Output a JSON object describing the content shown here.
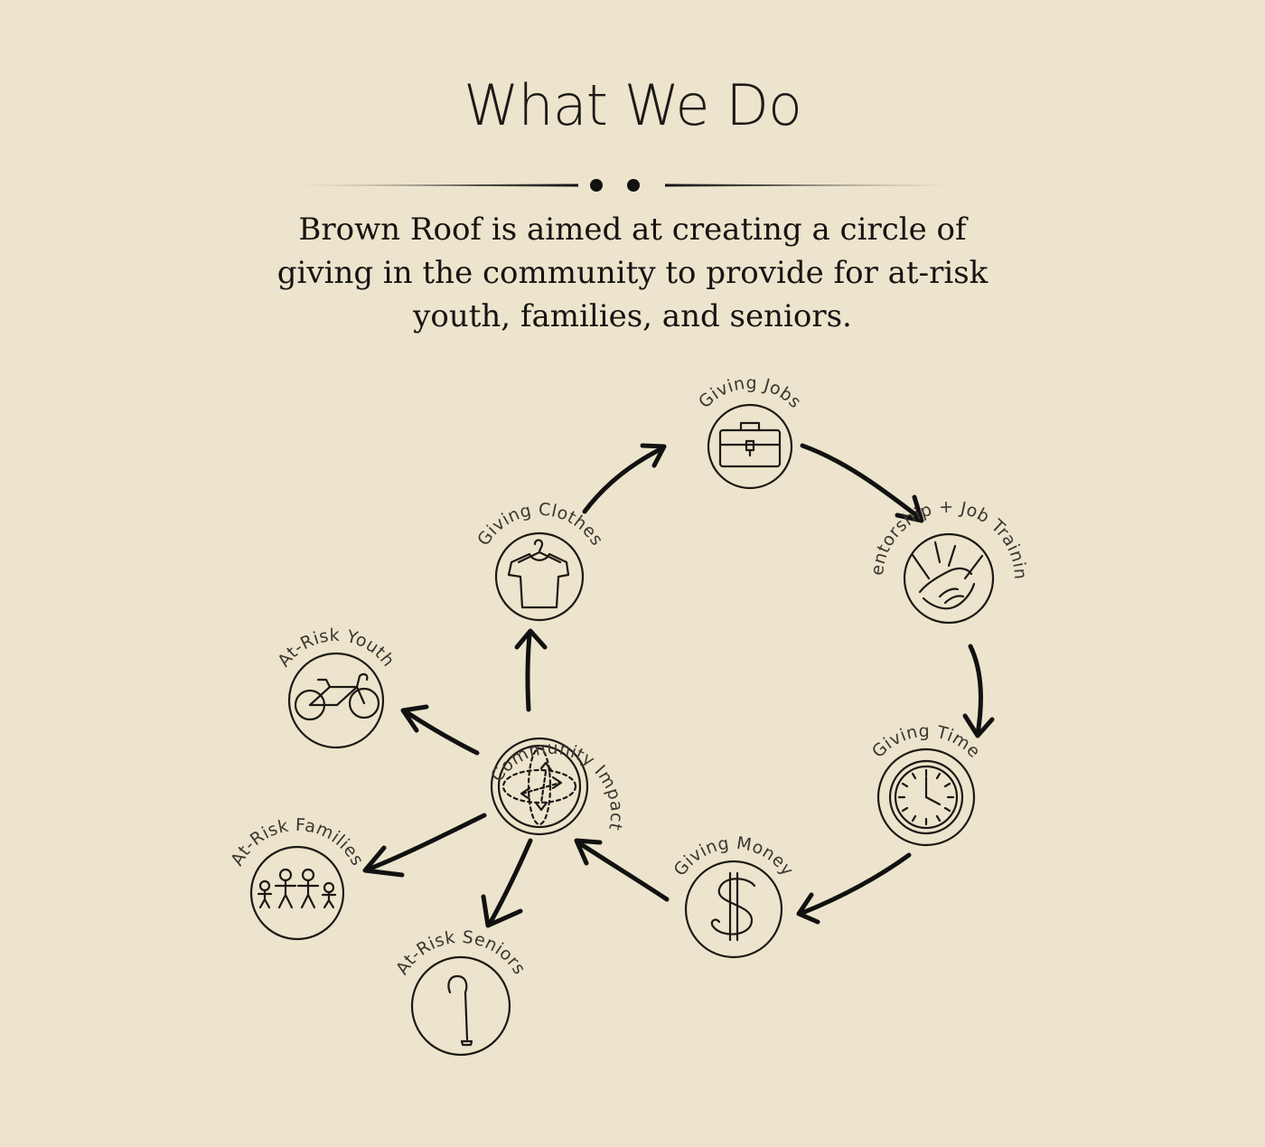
{
  "page": {
    "title": "What We Do",
    "intro": "Brown Roof is aimed at creating a circle of giving in the community to provide for at-risk youth, families, and seniors."
  },
  "diagram": {
    "nodes": [
      {
        "id": "community-impact",
        "label": "Community Impact",
        "icon": "globe-arrows-icon"
      },
      {
        "id": "giving-clothes",
        "label": "Giving Clothes",
        "icon": "shirt-hanger-icon"
      },
      {
        "id": "giving-jobs",
        "label": "Giving Jobs",
        "icon": "briefcase-icon"
      },
      {
        "id": "mentorship",
        "label": "Mentorship + Job Training",
        "icon": "handshake-icon"
      },
      {
        "id": "giving-time",
        "label": "Giving Time",
        "icon": "clock-icon"
      },
      {
        "id": "giving-money",
        "label": "Giving Money",
        "icon": "dollar-icon"
      },
      {
        "id": "at-risk-youth",
        "label": "At-Risk Youth",
        "icon": "bicycle-icon"
      },
      {
        "id": "at-risk-families",
        "label": "At-Risk Families",
        "icon": "family-icon"
      },
      {
        "id": "at-risk-seniors",
        "label": "At-Risk Seniors",
        "icon": "cane-icon"
      }
    ],
    "edges": [
      {
        "from": "community-impact",
        "to": "giving-clothes"
      },
      {
        "from": "giving-clothes",
        "to": "giving-jobs"
      },
      {
        "from": "giving-jobs",
        "to": "mentorship"
      },
      {
        "from": "mentorship",
        "to": "giving-time"
      },
      {
        "from": "giving-time",
        "to": "giving-money"
      },
      {
        "from": "giving-money",
        "to": "community-impact"
      },
      {
        "from": "community-impact",
        "to": "at-risk-youth"
      },
      {
        "from": "community-impact",
        "to": "at-risk-families"
      },
      {
        "from": "community-impact",
        "to": "at-risk-seniors"
      }
    ]
  },
  "colors": {
    "background": "#ece4cc",
    "ink": "#161412"
  }
}
